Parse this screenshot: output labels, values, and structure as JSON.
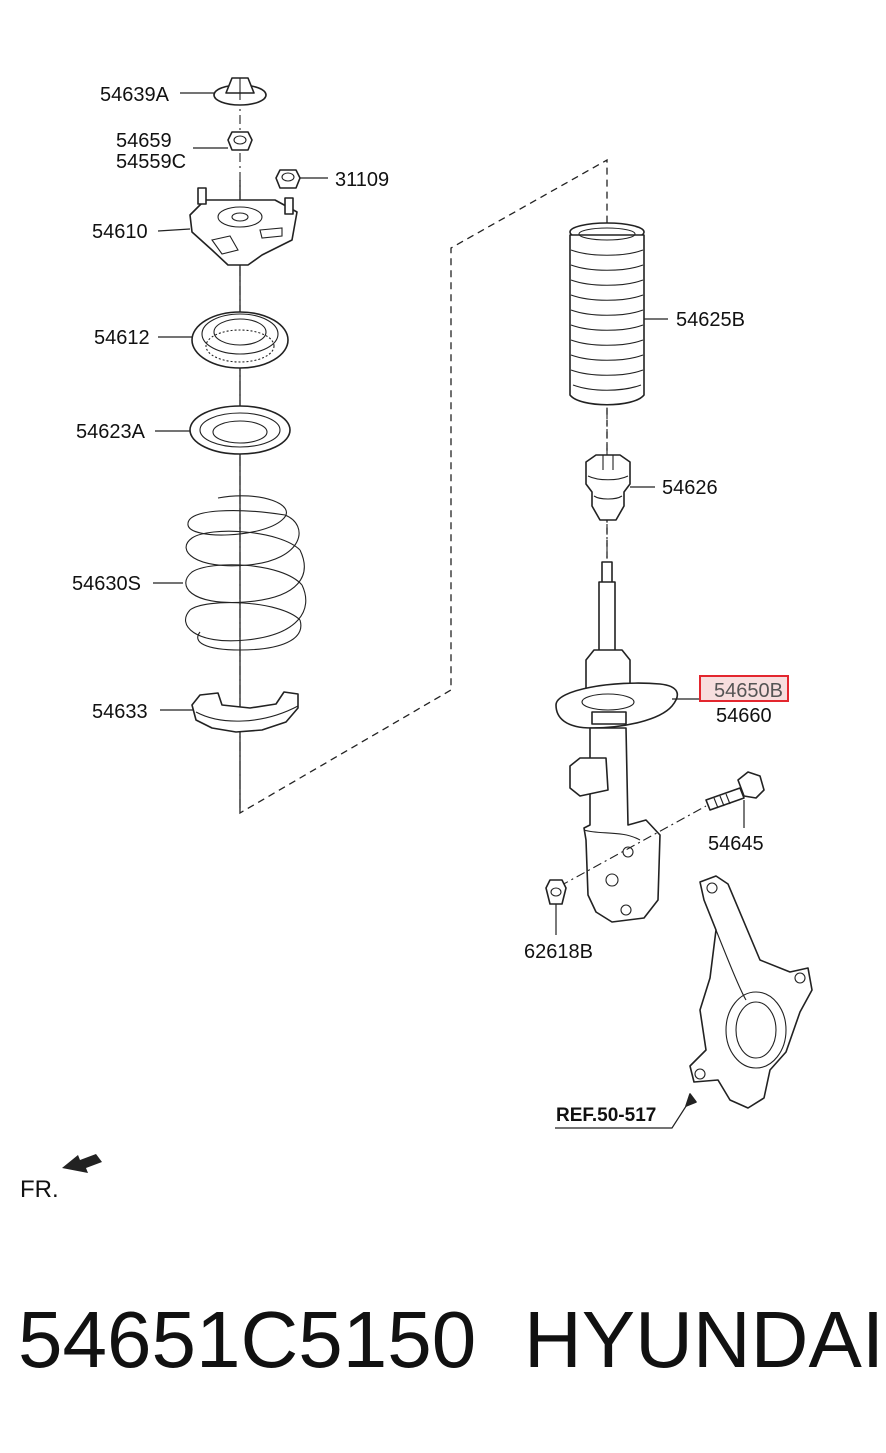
{
  "diagram": {
    "labels": {
      "p54639A": "54639A",
      "p54659": "54659",
      "p54559C": "54559C",
      "p31109": "31109",
      "p54610": "54610",
      "p54612": "54612",
      "p54623A": "54623A",
      "p54630S": "54630S",
      "p54633": "54633",
      "p54625B": "54625B",
      "p54626": "54626",
      "p54650B": "54650B",
      "p54660": "54660",
      "p54645": "54645",
      "p62618B": "62618B"
    },
    "reference": "REF.50-517",
    "direction": "FR.",
    "highlight": {
      "part": "54650B",
      "color": "#e3262e"
    }
  },
  "footer": {
    "part_number": "54651C5150",
    "brand": "HYUNDAI"
  }
}
